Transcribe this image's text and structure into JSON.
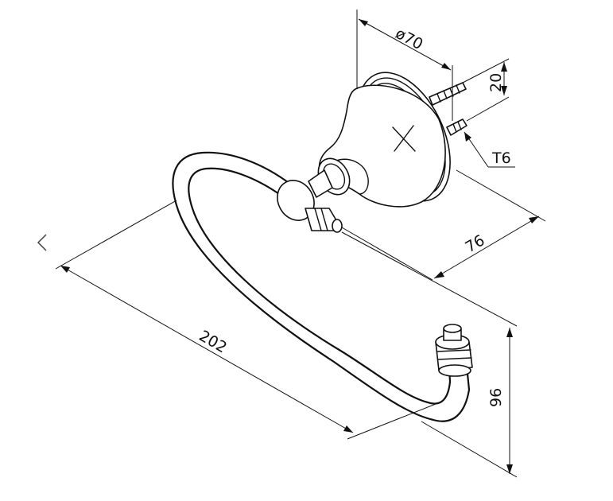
{
  "diagram": {
    "dimensions": {
      "diameter": "ø70",
      "bolt_spacing": "20",
      "screw_label": "T6",
      "depth": "76",
      "length": "202",
      "height": "96"
    }
  },
  "navigation": {
    "prev_icon": "chevron-left-icon"
  }
}
